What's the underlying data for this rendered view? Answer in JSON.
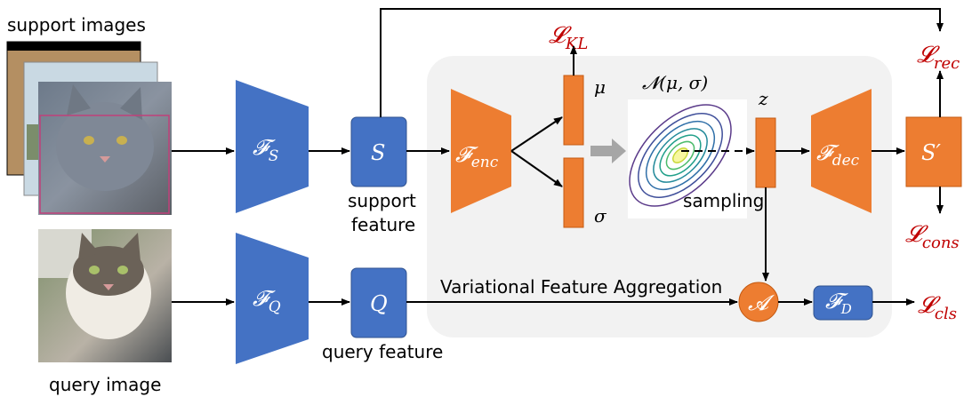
{
  "labels": {
    "support_images": "support images",
    "query_image": "query image",
    "support_feature_line1": "support",
    "support_feature_line2": "feature",
    "query_feature": "query feature",
    "vfa_title": "Variational Feature Aggregation",
    "sampling": "sampling"
  },
  "modules": {
    "fs": "𝓕",
    "fs_sub": "S",
    "fq": "𝓕",
    "fq_sub": "Q",
    "fenc": "𝓕",
    "fenc_sub": "enc",
    "fdec": "𝓕",
    "fdec_sub": "dec",
    "fd": "𝓕",
    "fd_sub": "D",
    "agg": "𝓐"
  },
  "features": {
    "s": "S",
    "q": "Q",
    "s_prime": "S′",
    "mu": "μ",
    "sigma": "σ",
    "z": "z",
    "gaussian": "𝓝(μ, σ)"
  },
  "losses": {
    "kl": "𝓛",
    "kl_sub": "KL",
    "rec": "𝓛",
    "rec_sub": "rec",
    "cons": "𝓛",
    "cons_sub": "cons",
    "cls": "𝓛",
    "cls_sub": "cls"
  },
  "colors": {
    "blue": "#4472c4",
    "blue_dark": "#2f528f",
    "orange": "#ed7d31",
    "orange_dark": "#c55a11",
    "loss_red": "#c00000",
    "panel": "#f2f2f2",
    "arrow_gray": "#a6a6a6"
  }
}
